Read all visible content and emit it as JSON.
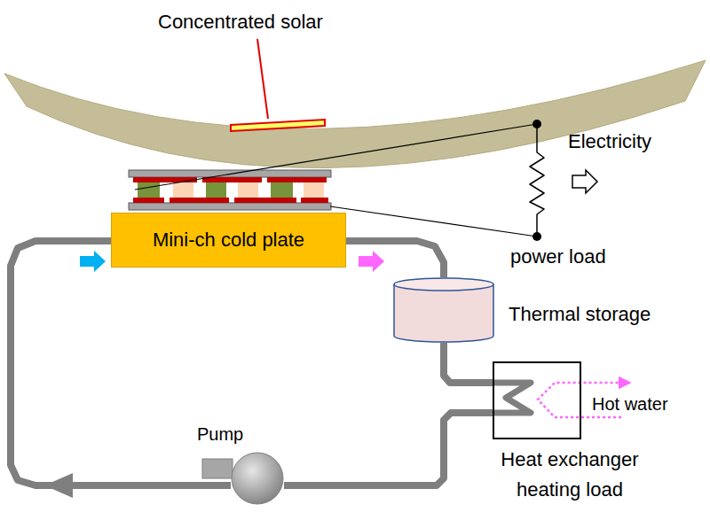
{
  "diagram": {
    "nodes": [
      {
        "text": [
          "Mini-ch cold plate"
        ]
      },
      {
        "text": [
          "Thermal storage"
        ]
      },
      {
        "text": [
          "Heat exchanger heating load"
        ]
      },
      {
        "text": [
          "Pump"
        ]
      }
    ],
    "edges": [
      {
        "from": 0,
        "to": 1,
        "arrow": "none"
      },
      {
        "from": 1,
        "to": 2,
        "arrow": "none"
      },
      {
        "from": 2,
        "to": 3,
        "arrow": "none"
      },
      {
        "from": 3,
        "to": 0,
        "arrow": "to"
      }
    ],
    "labels": [
      "Concentrated solar",
      "Electricity",
      "power load",
      "Hot water"
    ]
  }
}
